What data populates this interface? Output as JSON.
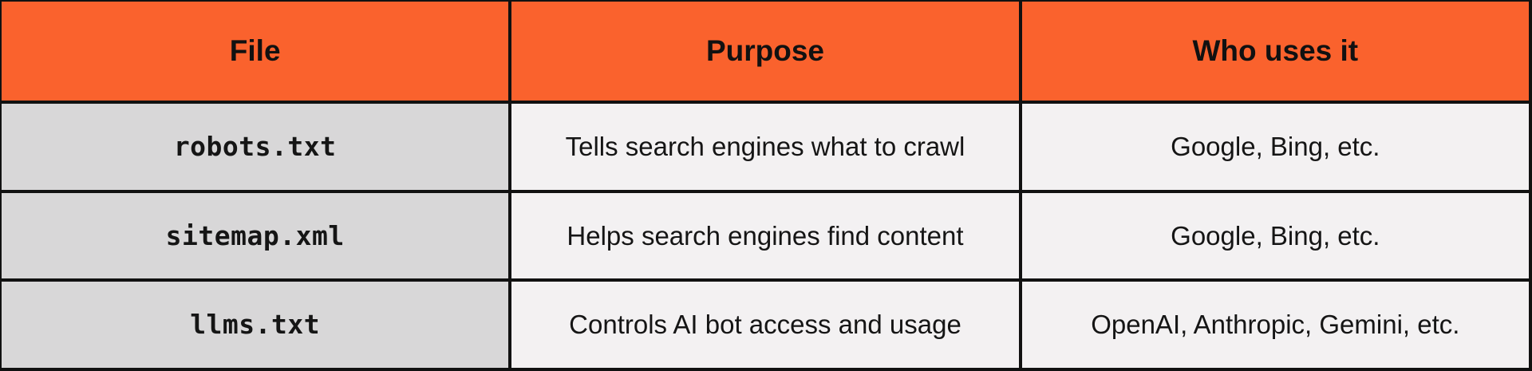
{
  "chart_data": {
    "type": "table",
    "columns": [
      "File",
      "Purpose",
      "Who uses it"
    ],
    "rows": [
      [
        "robots.txt",
        "Tells search engines what to crawl",
        "Google, Bing, etc."
      ],
      [
        "sitemap.xml",
        "Helps search engines find content",
        "Google, Bing, etc."
      ],
      [
        "llms.txt",
        "Controls AI bot access and usage",
        "OpenAI, Anthropic, Gemini, etc."
      ]
    ],
    "legend": "none",
    "grid": "on"
  },
  "colors": {
    "header_bg": "#fa622d",
    "file_column_bg": "#d8d7d8",
    "cell_bg": "#f3f1f2",
    "border": "#111111",
    "text": "#151515"
  }
}
